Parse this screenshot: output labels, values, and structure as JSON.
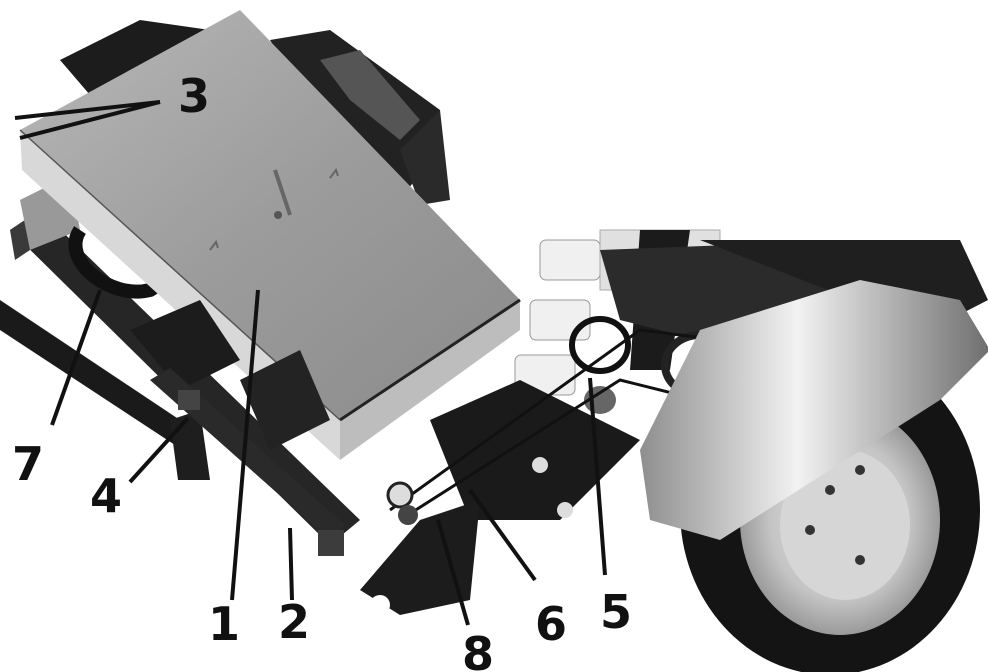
{
  "callouts": {
    "c1": "1",
    "c2": "2",
    "c3": "3",
    "c4": "4",
    "c5": "5",
    "c6": "6",
    "c7": "7",
    "c8": "8"
  },
  "colors": {
    "lid_top": "#9a9a9a",
    "lid_side": "#d4d4d4",
    "frame_dark": "#1e1e1e",
    "tire": "#141414",
    "rim": "#cfcfcf",
    "fender": "#b5b5b5"
  }
}
